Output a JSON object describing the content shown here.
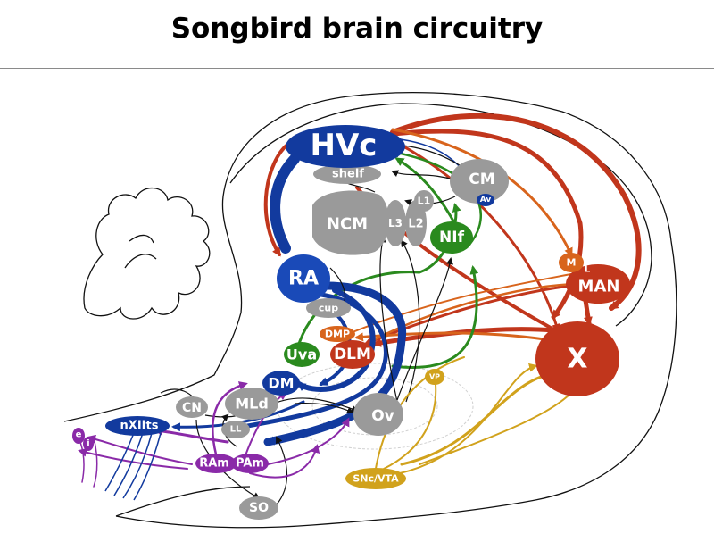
{
  "title": "Songbird brain circuitry",
  "nuclei": {
    "hvc": "HVc",
    "shelf": "shelf",
    "cm": "CM",
    "av": "Av",
    "ncm": "NCM",
    "l1": "L1",
    "l2": "L2",
    "l3": "L3",
    "nif": "NIf",
    "ra": "RA",
    "cup": "cup",
    "m": "M",
    "l": "L",
    "man": "MAN",
    "dmp": "DMP",
    "dlm": "DLM",
    "uva": "Uva",
    "x": "X",
    "vp": "VP",
    "dm": "DM",
    "mld": "MLd",
    "cn": "CN",
    "ov": "Ov",
    "nxiits": "nXIIts",
    "ll": "LL",
    "ram": "RAm",
    "pam": "PAm",
    "snvta": "SNc/VTA",
    "so": "SO",
    "e": "e",
    "i": "i"
  },
  "colors": {
    "blue": "#123a9e",
    "red": "#c1361c",
    "orange": "#d8641c",
    "green": "#2a8a1e",
    "purple": "#8a2aa8",
    "gold": "#d1a21c",
    "gray": "#9a9a9a"
  }
}
